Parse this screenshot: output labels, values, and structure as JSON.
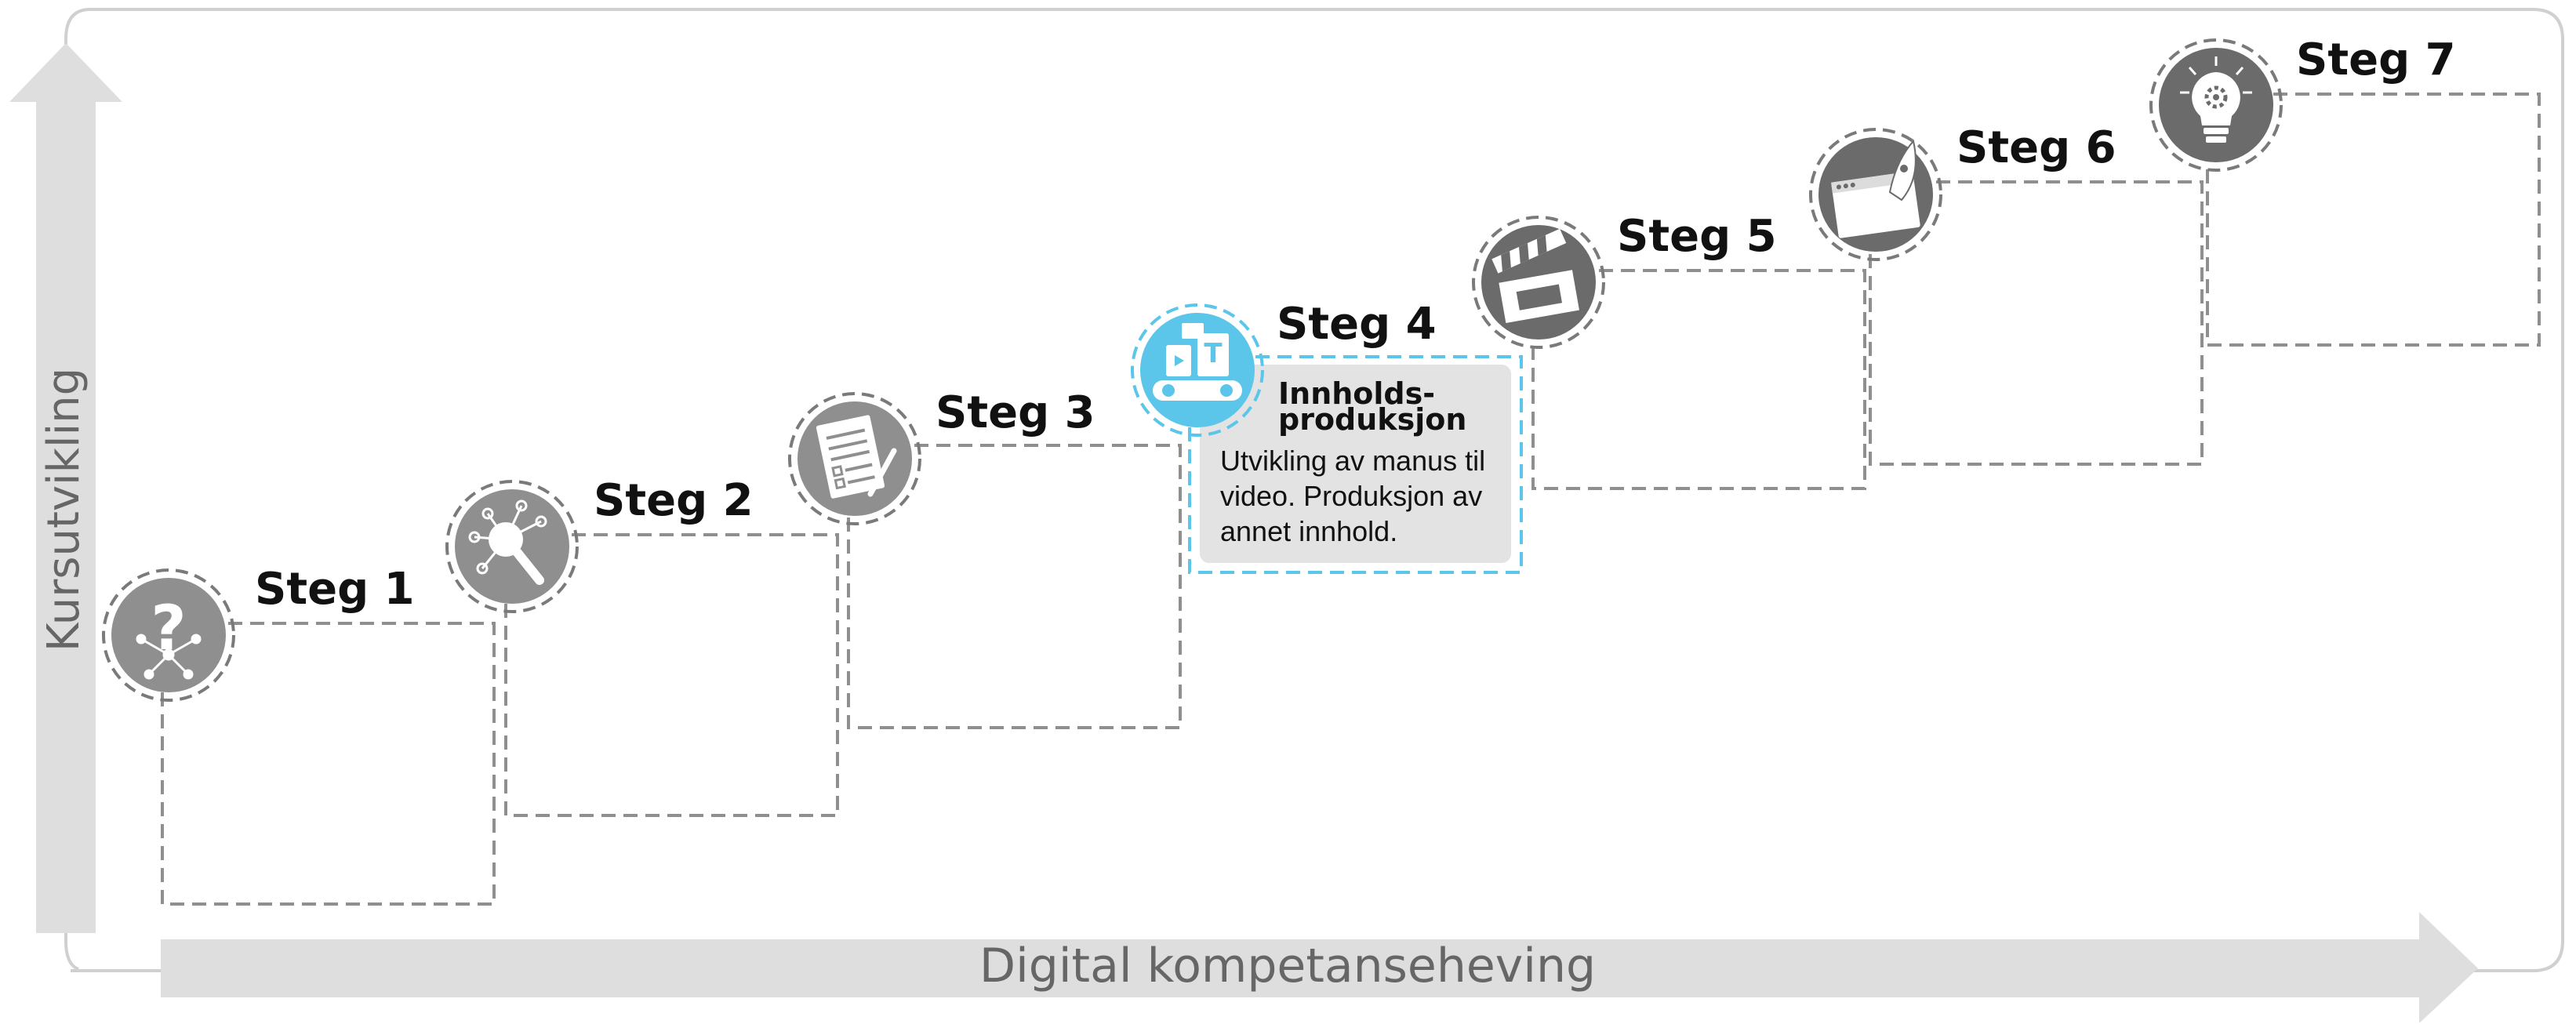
{
  "axes": {
    "y_label": "Kursutvikling",
    "x_label": "Digital kompetanseheving"
  },
  "steps": [
    {
      "label": "Steg 1",
      "icon": "question-network-icon",
      "active": false
    },
    {
      "label": "Steg 2",
      "icon": "magnifier-network-icon",
      "active": false
    },
    {
      "label": "Steg 3",
      "icon": "document-checklist-icon",
      "active": false
    },
    {
      "label": "Steg 4",
      "icon": "conveyor-production-icon",
      "active": true
    },
    {
      "label": "Steg 5",
      "icon": "clapperboard-icon",
      "active": false
    },
    {
      "label": "Steg 6",
      "icon": "browser-rocket-icon",
      "active": false
    },
    {
      "label": "Steg 7",
      "icon": "lightbulb-gear-icon",
      "active": false
    }
  ],
  "detail_card": {
    "title_line1": "Innholds-",
    "title_line2": "produksjon",
    "body_line1": "Utvikling av manus til",
    "body_line2": "video. Produksjon av",
    "body_line3": "annet innhold."
  },
  "colors": {
    "active": "#5bc6ea",
    "inactive": "#8f8f8f",
    "arrow": "#dedede",
    "card": "#e3e3e3"
  }
}
